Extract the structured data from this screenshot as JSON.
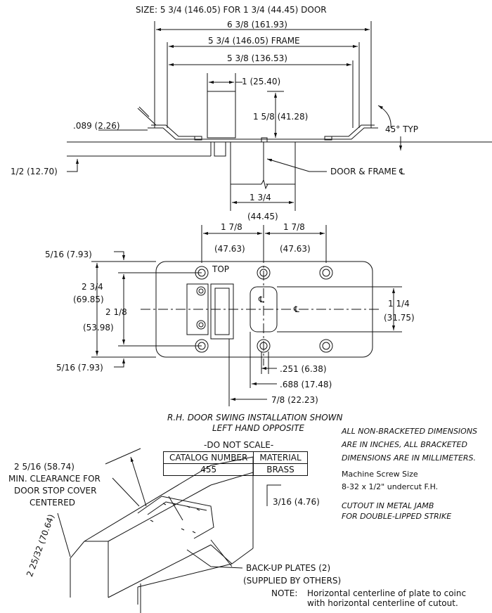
{
  "top": {
    "size_line": "SIZE:  5 3/4 (146.05) FOR 1 3/4 (44.45) DOOR",
    "dim_overall": "6 3/8 (161.93)",
    "dim_frame": "5 3/4 (146.05) FRAME",
    "dim_inner": "5 3/8 (136.53)",
    "dim_one": "1 (25.40)",
    "dim_height": "1 5/8 (41.28)",
    "dim_thickness": ".089 (2.26)",
    "dim_angle": "45° TYP",
    "dim_half": "1/2 (12.70)",
    "door_frame_cl": "DOOR & FRAME ℄",
    "dim_door": "1 3/4",
    "dim_door_mm": "(44.45)"
  },
  "plate": {
    "dim_left_half": "1 7/8",
    "dim_right_half": "1 7/8",
    "dim_left_half_mm": "(47.63)",
    "dim_right_half_mm": "(47.63)",
    "dim_edge_top": "5/16 (7.93)",
    "dim_edge_bottom": "5/16 (7.93)",
    "dim_height_outer": "2 3/4",
    "dim_height_outer_mm": "(69.85)",
    "dim_height_inner": "2 1/8",
    "dim_height_inner_mm": "(53.98)",
    "dim_cutout": "1 1/4",
    "dim_cutout_mm": "(31.75)",
    "top_label": "TOP",
    "cl_mark": "℄",
    "cl_mark2": "℄",
    "dim_251": ".251 (6.38)",
    "dim_688": ".688 (17.48)",
    "dim_78": "7/8 (22.23)"
  },
  "notes": {
    "swing_1": "R.H. DOOR SWING INSTALLATION SHOWN",
    "swing_2": "LEFT HAND OPPOSITE",
    "units_1": "ALL NON-BRACKETED DIMENSIONS",
    "units_2": "ARE IN INCHES, ALL BRACKETED",
    "units_3": "DIMENSIONS ARE IN MILLIMETERS.",
    "screw_1": "Machine Screw Size",
    "screw_2": "8-32 x 1/2\" undercut F.H.",
    "cutout_1": "CUTOUT IN METAL JAMB",
    "cutout_2": "FOR DOUBLE-LIPPED STRIKE",
    "do_not_scale": "-DO NOT SCALE-",
    "note_label": "NOTE:",
    "note_1": "Horizontal centerline of plate to coinc",
    "note_2": "with horizontal centerline of cutout."
  },
  "catalog_table": {
    "headers": [
      "CATALOG NUMBER",
      "MATERIAL"
    ],
    "rows": [
      [
        "455",
        "BRASS"
      ]
    ]
  },
  "iso": {
    "clearance_1": "2 5/16 (58.74)",
    "clearance_2": "MIN. CLEARANCE FOR",
    "clearance_3": "DOOR STOP COVER",
    "clearance_4": "CENTERED",
    "depth": "3/16 (4.76)",
    "width": "2 25/32 (70.64)",
    "backup_1": "BACK-UP PLATES (2)",
    "backup_2": "(SUPPLIED BY OTHERS)"
  }
}
